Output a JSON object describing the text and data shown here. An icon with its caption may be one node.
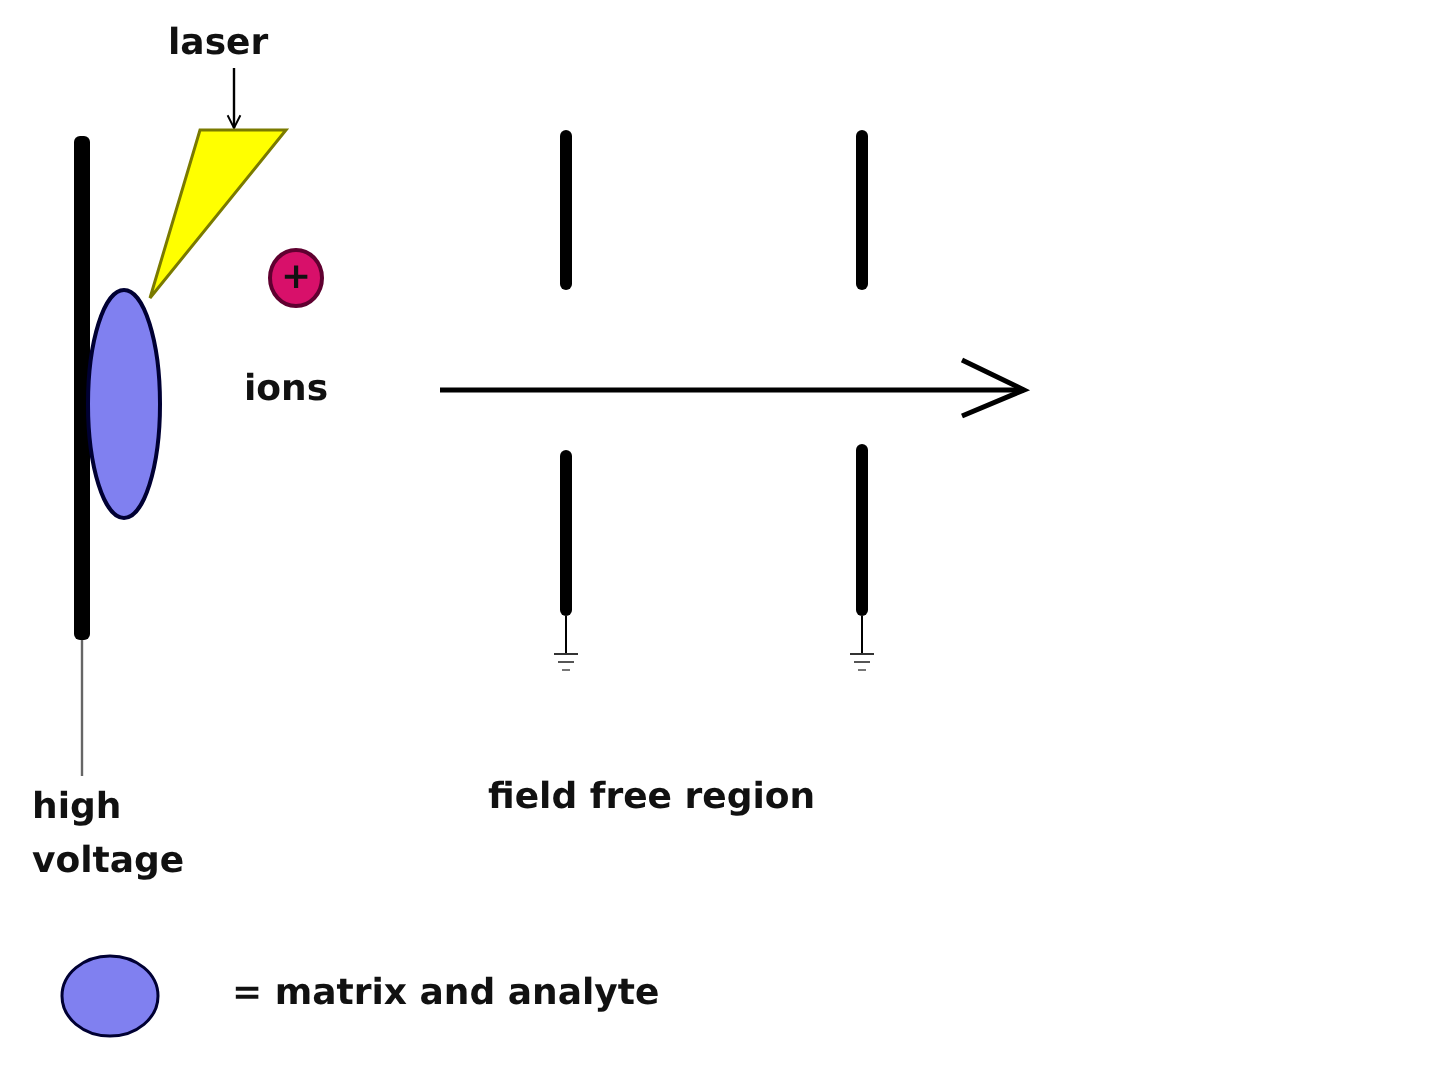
{
  "diagram": {
    "nodes": [
      {
        "text": [
          "laser"
        ]
      },
      {
        "text": [],
        "shape": "triangle"
      },
      {
        "text": [
          "+"
        ]
      },
      {
        "text": [],
        "shape": "bar"
      },
      {
        "text": [],
        "shape": "ellipse"
      },
      {
        "text": [
          "high voltage"
        ]
      }
    ],
    "edges": [
      {
        "from": 0,
        "to": 1,
        "arrow": "to"
      },
      {
        "from": 3,
        "to": 5,
        "arrow": "none",
        "color": "#666666"
      }
    ],
    "labels": [
      "ions",
      "field free region"
    ],
    "legend": [
      {
        "text": "= matrix and analyte"
      }
    ]
  }
}
